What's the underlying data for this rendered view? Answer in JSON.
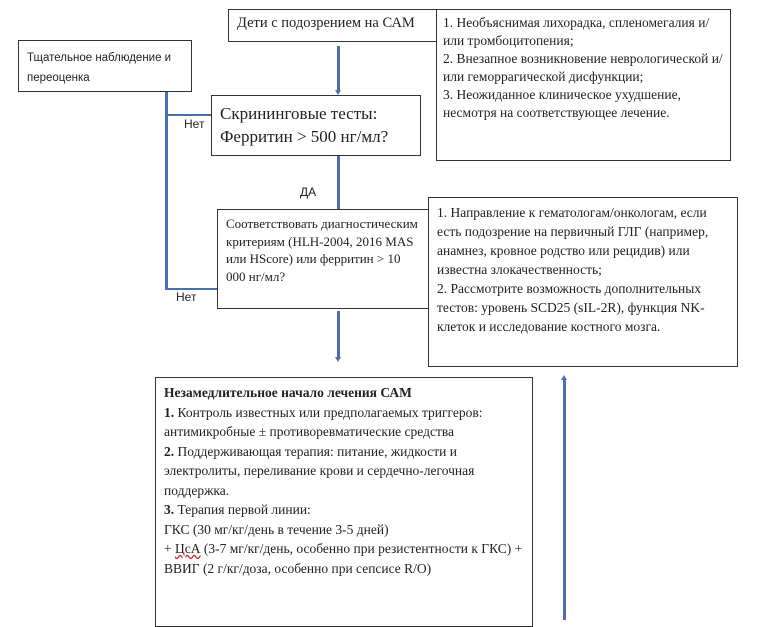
{
  "nodes": {
    "start": "Дети с подозрением на САМ",
    "criteria_list": [
      "1. Необъяснимая лихорадка, спленомегалия и/или тромбоцитопения;",
      "2. Внезапное возникновение неврологической и/или геморрагической дисфункции;",
      "3. Неожиданное клиническое ухудшение, несмотря на соответствующее лечение."
    ],
    "observe": "Тщательное наблюдение и переоценка",
    "screening": "Скрининговые тесты: Ферритин > 500 нг/мл?",
    "diagnostic": "Соответствовать диагностическим критериям (HLH-2004, 2016 MAS или HScore) или ферритин > 10 000 нг/мл?",
    "referral_list": [
      "1. Направление к гематологам/онкологам, если есть подозрение на первичный ГЛГ (например, анамнез, кровное родство или рецидив) или известна злокачественность;",
      "2. Рассмотрите возможность дополнительных тестов: уровень SCD25 (sIL-2R), функция NK-клеток и исследование костного мозга."
    ],
    "treatment": {
      "title": "Незамедлительное начало лечения САМ",
      "items": [
        {
          "num": "1.",
          "text": " Контроль известных или предполагаемых триггеров: антимикробные ± противоревматические средства"
        },
        {
          "num": "2.",
          "text": " Поддерживающая терапия: питание, жидкости и электролиты, переливание крови и сердечно-легочная поддержка."
        },
        {
          "num": "3.",
          "text": " Терапия первой линии:"
        }
      ],
      "therapy_lines": [
        "ГКС (30 мг/кг/день в течение 3-5 дней)",
        "+ ",
        "ЦсА",
        " (3-7 мг/кг/день, особенно при резистентности к ГКС) + ВВИГ (2 г/кг/доза, особенно при сепсисе R/O)"
      ]
    }
  },
  "edges": {
    "no_1": "Нет",
    "no_2": "Нет",
    "yes": "ДА"
  },
  "colors": {
    "connector": "#4a6fb0",
    "border": "#333333"
  }
}
